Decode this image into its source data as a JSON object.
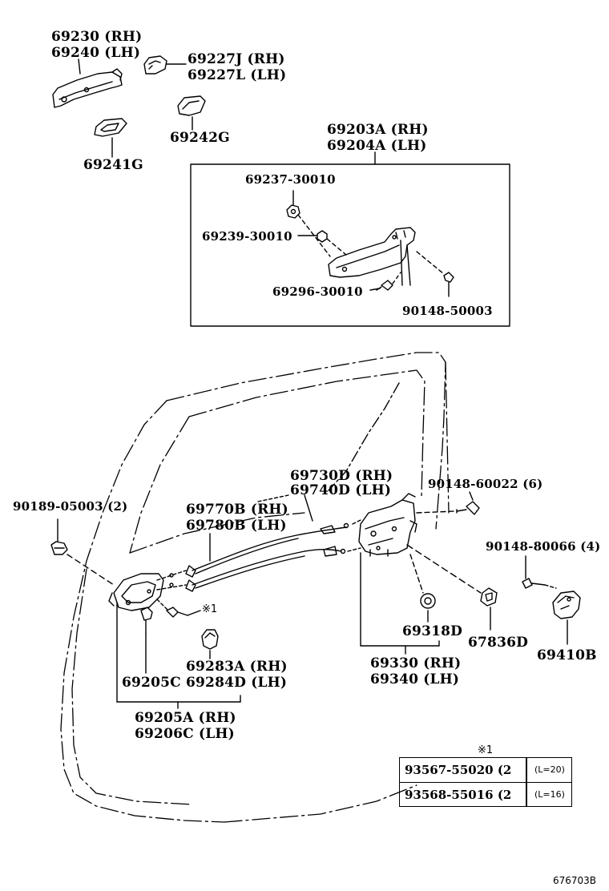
{
  "labels": {
    "p69230": "69230 (RH)",
    "p69240": "69240 (LH)",
    "p69227J": "69227J (RH)",
    "p69227L": "69227L (LH)",
    "p69242G": "69242G",
    "p69241G": "69241G",
    "p69203A": "69203A (RH)",
    "p69204A": "69204A (LH)",
    "p69237": "69237-30010",
    "p69239": "69239-30010",
    "p69296": "69296-30010",
    "p90148_50003": "90148-50003",
    "p69730D": "69730D (RH)",
    "p69740D": "69740D (LH)",
    "p90148_60022": "90148-60022 (6)",
    "p90189": "90189-05003 (2)",
    "p69770B": "69770B (RH)",
    "p69780B": "69780B (LH)",
    "p90148_80066": "90148-80066 (4)",
    "note_mark": "※1",
    "p69283A": "69283A (RH)",
    "p69284D": "69284D (LH)",
    "p69205C": "69205C",
    "p69318D": "69318D",
    "p67836D": "67836D",
    "p69410B": "69410B",
    "p69330": "69330 (RH)",
    "p69340": "69340 (LH)",
    "p69205A": "69205A (RH)",
    "p69206C": "69206C (LH)"
  },
  "note_table": {
    "title": "※1",
    "rows": [
      {
        "part": "93567-55020 (2",
        "length": "(L=20)"
      },
      {
        "part": "93568-55016 (2",
        "length": "(L=16)"
      }
    ]
  },
  "figure_code": "676703B"
}
